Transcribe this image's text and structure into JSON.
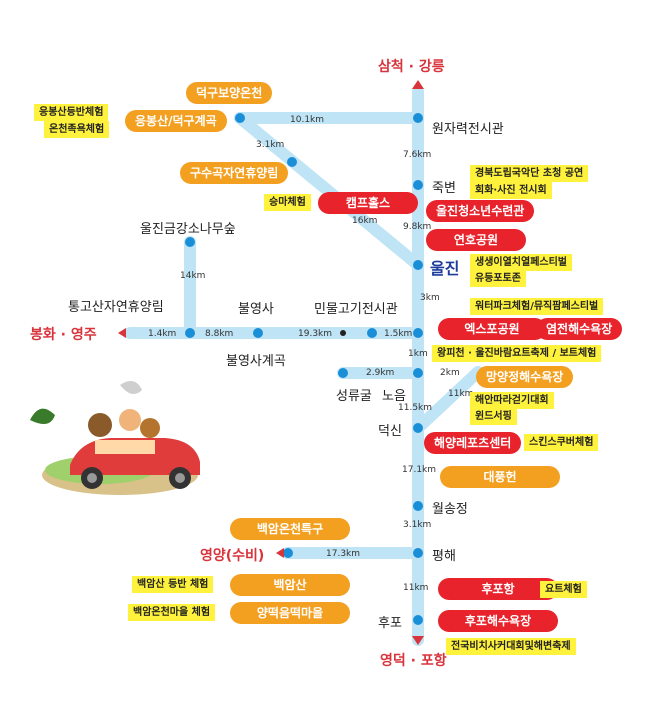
{
  "destinations": {
    "north": "삼척 · 강릉",
    "west": "봉화 · 영주",
    "southwest": "영양(수비)",
    "south": "영덕 · 포항"
  },
  "places": {
    "wonjaryeok": "원자력전시관",
    "jukbyeon": "죽변",
    "uljin": "울진",
    "geumgang_pine": "울진금강소나무숲",
    "tonggosan": "통고산자연휴양림",
    "bulyeongsa": "불영사",
    "bulyeong_valley": "불영사계곡",
    "minmul": "민물고기전시관",
    "seongnyugul": "성류굴",
    "noeum": "노음",
    "deoksin": "덕신",
    "wolsongjeong": "월송정",
    "pyeonghae": "평해",
    "hupo": "후포"
  },
  "distances": {
    "d1": "10.1km",
    "d2": "3.1km",
    "d3": "7.6km",
    "d4": "16km",
    "d5": "9.8km",
    "d6": "14km",
    "d7": "3km",
    "d8": "1.4km",
    "d9": "8.8km",
    "d10": "19.3km",
    "d11": "1.5km",
    "d12": "1km",
    "d13": "2.9km",
    "d14": "2km",
    "d15": "11km",
    "d16": "11.5km",
    "d17": "17.1km",
    "d18": "3.1km",
    "d19": "17.3km",
    "d20": "11km"
  },
  "pills": {
    "deokgu_spa": "덕구보양온천",
    "eungbongsan": "응봉산/덕구계곡",
    "gusugok": "구수곡자연휴양림",
    "campholce": "캠프홀스",
    "youth_center": "울진청소년수련관",
    "yeonho_park": "연호공원",
    "expo_park": "엑스포공원",
    "yeomjeon_beach": "염전해수욕장",
    "mangyang_beach": "망양정해수욕장",
    "marine_sports": "해양레포츠센터",
    "daepungheon": "대풍헌",
    "baegam_spa": "백암온천특구",
    "baegamsan": "백암산",
    "yangtteok": "양떡음떡마을",
    "hupo_port": "후포항",
    "hupo_beach": "후포해수욕장"
  },
  "notes": {
    "eungbong_hike": "응봉산등반체험",
    "spa_foot": "온천족욕체험",
    "horse": "승마체험",
    "eco_festival": "생생이열치열페스티벌",
    "eco_festival2": "유등포토존",
    "water_park": "워터파크체험/뮤직팜페스티벌",
    "wangpi": "왕피천 · 울진바람요트축제 / 보트체험",
    "coast_walk": "해안따라걷기대회",
    "windsurf": "윈드서핑",
    "scuba": "스킨스쿠버체험",
    "yacht": "요트체험",
    "baegam_hike": "백암산 등반 체험",
    "baegam_spa_village": "백암온천마을 체험",
    "festival_top1": "경북도립국악단 초청 공연",
    "festival_top2": "회화·사진 전시회",
    "soccer": "전국비치사커대회및해변축제"
  },
  "colors": {
    "route": "#bfe4f6",
    "node": "#1a8fd8",
    "orange": "#f3a021",
    "red": "#e8232c",
    "note": "#fff23c",
    "destination": "#d8343c"
  }
}
